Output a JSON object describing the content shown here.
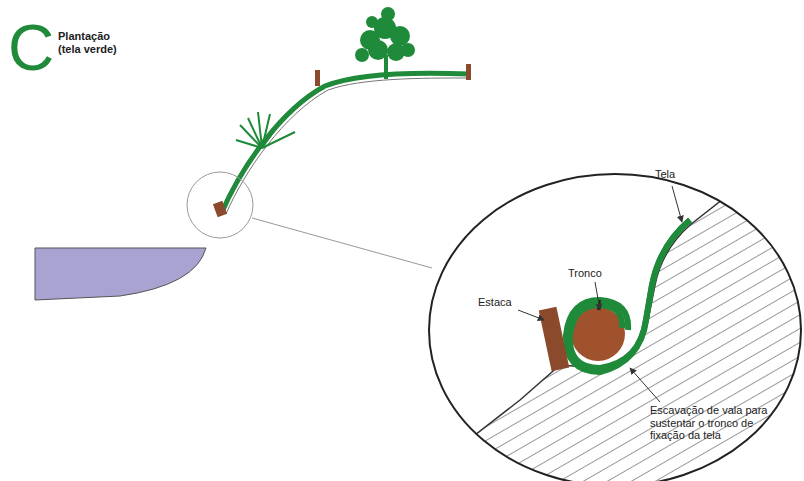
{
  "diagram": {
    "title": "Plantação (tela verde)",
    "labels": [
      "C",
      "Tela",
      "Tronco",
      "Estaca",
      "Escavação de vala para sustentar o tronco de fixação da tela"
    ]
  }
}
